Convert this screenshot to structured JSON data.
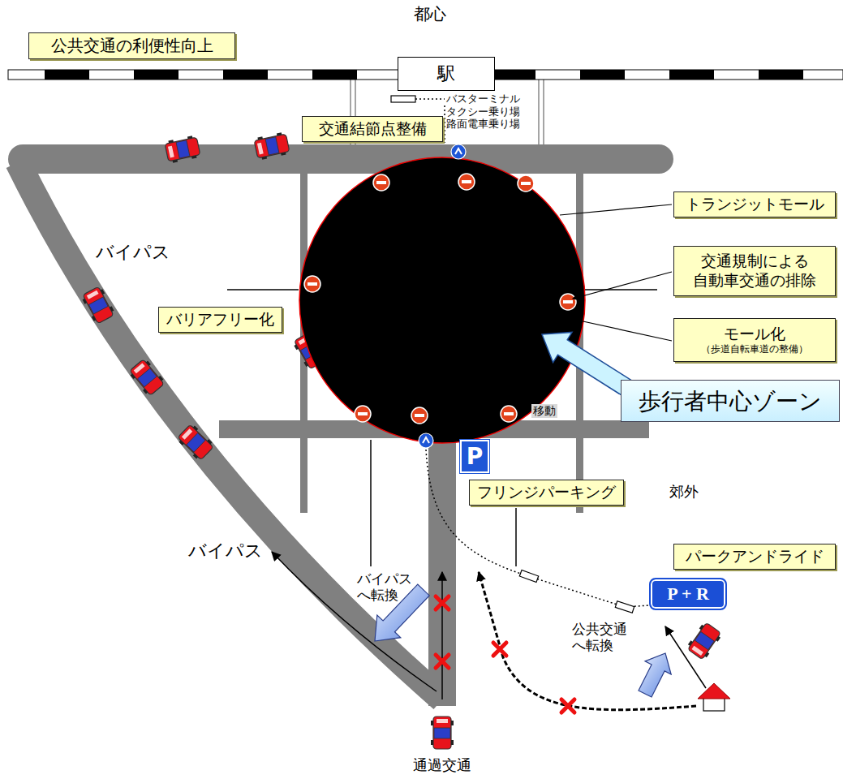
{
  "diagram": {
    "nodes": [
      {
        "text": [
          "都心"
        ]
      },
      {
        "text": [
          "駅"
        ],
        "in": 0
      },
      {
        "text": [
          "交通結節点整備"
        ],
        "in": 0
      },
      {
        "text": [
          "バリアフリー化"
        ],
        "in": 0
      },
      {
        "text": [
          "フリンジパーキング"
        ],
        "in": 0
      },
      {
        "text": [
          "P"
        ],
        "in": 0
      },
      {
        "text": [
          "公共交通の利便性向上"
        ]
      },
      {
        "text": [
          "トランジットモール"
        ]
      },
      {
        "text": [
          "交通規制による 自動車交通の排除"
        ]
      },
      {
        "text": [
          "モール化",
          "（歩道自転車道の整備）"
        ]
      },
      {
        "text": [
          "歩行者中心ゾーン"
        ]
      },
      {
        "text": [
          "郊外"
        ]
      },
      {
        "text": [
          "パークアンドライド"
        ],
        "in": 11
      },
      {
        "text": [
          "P + R"
        ],
        "in": 11
      }
    ],
    "labels": [
      "バスターミナル タクシー乗り場 路面電車乗り場",
      "バイパス",
      "移動",
      "バイパス",
      "バイパス へ転換",
      "公共交通 へ転換",
      "通過交通"
    ]
  }
}
